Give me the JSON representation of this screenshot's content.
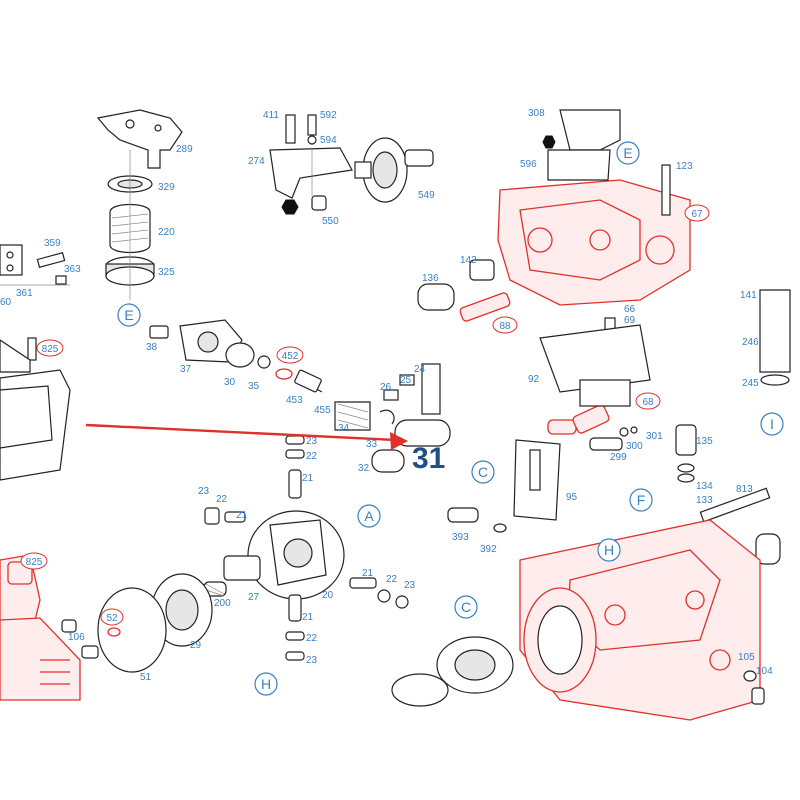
{
  "callout": {
    "value": "31"
  },
  "circle_letters": [
    {
      "id": "E",
      "text": "E"
    },
    {
      "id": "E2",
      "text": "E"
    },
    {
      "id": "A",
      "text": "A"
    },
    {
      "id": "C1",
      "text": "C"
    },
    {
      "id": "C2",
      "text": "C"
    },
    {
      "id": "F",
      "text": "F"
    },
    {
      "id": "H1",
      "text": "H"
    },
    {
      "id": "H2",
      "text": "H"
    },
    {
      "id": "I",
      "text": "I"
    }
  ],
  "part_numbers": [
    {
      "id": "p289",
      "text": "289",
      "circled": false
    },
    {
      "id": "p329",
      "text": "329",
      "circled": false
    },
    {
      "id": "p220",
      "text": "220",
      "circled": false
    },
    {
      "id": "p325",
      "text": "325",
      "circled": false
    },
    {
      "id": "p411",
      "text": "411",
      "circled": false
    },
    {
      "id": "p592",
      "text": "592",
      "circled": false
    },
    {
      "id": "p594",
      "text": "594",
      "circled": false
    },
    {
      "id": "p274",
      "text": "274",
      "circled": false
    },
    {
      "id": "p550",
      "text": "550",
      "circled": false
    },
    {
      "id": "p549",
      "text": "549",
      "circled": false
    },
    {
      "id": "p359",
      "text": "359",
      "circled": false
    },
    {
      "id": "p363",
      "text": "363",
      "circled": false
    },
    {
      "id": "p361",
      "text": "361",
      "circled": false
    },
    {
      "id": "p60",
      "text": "60",
      "circled": false
    },
    {
      "id": "p308",
      "text": "308",
      "circled": false
    },
    {
      "id": "p596",
      "text": "596",
      "circled": false
    },
    {
      "id": "p123",
      "text": "123",
      "circled": false
    },
    {
      "id": "p67",
      "text": "67",
      "circled": true
    },
    {
      "id": "p136",
      "text": "136",
      "circled": false
    },
    {
      "id": "p142",
      "text": "142",
      "circled": false
    },
    {
      "id": "p88",
      "text": "88",
      "circled": true
    },
    {
      "id": "p66",
      "text": "66",
      "circled": false
    },
    {
      "id": "p69",
      "text": "69",
      "circled": false
    },
    {
      "id": "p141",
      "text": "141",
      "circled": false
    },
    {
      "id": "p246",
      "text": "246",
      "circled": false
    },
    {
      "id": "p245",
      "text": "245",
      "circled": false
    },
    {
      "id": "p38",
      "text": "38",
      "circled": false
    },
    {
      "id": "p37",
      "text": "37",
      "circled": false
    },
    {
      "id": "p30",
      "text": "30",
      "circled": false
    },
    {
      "id": "p35",
      "text": "35",
      "circled": false
    },
    {
      "id": "p452",
      "text": "452",
      "circled": true
    },
    {
      "id": "p453",
      "text": "453",
      "circled": false
    },
    {
      "id": "p455",
      "text": "455",
      "circled": false
    },
    {
      "id": "p34",
      "text": "34",
      "circled": false
    },
    {
      "id": "p33",
      "text": "33",
      "circled": false
    },
    {
      "id": "p26",
      "text": "26",
      "circled": false
    },
    {
      "id": "p25",
      "text": "25",
      "circled": false
    },
    {
      "id": "p24",
      "text": "24",
      "circled": false
    },
    {
      "id": "p32",
      "text": "32",
      "circled": false
    },
    {
      "id": "p825a",
      "text": "825",
      "circled": true
    },
    {
      "id": "p92",
      "text": "92",
      "circled": false
    },
    {
      "id": "p68",
      "text": "68",
      "circled": true
    },
    {
      "id": "p301",
      "text": "301",
      "circled": false
    },
    {
      "id": "p300",
      "text": "300",
      "circled": false
    },
    {
      "id": "p299",
      "text": "299",
      "circled": false
    },
    {
      "id": "p135",
      "text": "135",
      "circled": false
    },
    {
      "id": "p134",
      "text": "134",
      "circled": false
    },
    {
      "id": "p133",
      "text": "133",
      "circled": false
    },
    {
      "id": "p813",
      "text": "813",
      "circled": false
    },
    {
      "id": "p95",
      "text": "95",
      "circled": false
    },
    {
      "id": "p393",
      "text": "393",
      "circled": false
    },
    {
      "id": "p392",
      "text": "392",
      "circled": false
    },
    {
      "id": "p23a",
      "text": "23",
      "circled": false
    },
    {
      "id": "p22a",
      "text": "22",
      "circled": false
    },
    {
      "id": "p21a",
      "text": "21",
      "circled": false
    },
    {
      "id": "p23b",
      "text": "23",
      "circled": false
    },
    {
      "id": "p22b",
      "text": "22",
      "circled": false
    },
    {
      "id": "p21b",
      "text": "21",
      "circled": false
    },
    {
      "id": "p21c",
      "text": "21",
      "circled": false
    },
    {
      "id": "p22c",
      "text": "22",
      "circled": false
    },
    {
      "id": "p23c",
      "text": "23",
      "circled": false
    },
    {
      "id": "p21d",
      "text": "21",
      "circled": false
    },
    {
      "id": "p22d",
      "text": "22",
      "circled": false
    },
    {
      "id": "p23d",
      "text": "23",
      "circled": false
    },
    {
      "id": "p825b",
      "text": "825",
      "circled": true
    },
    {
      "id": "p200",
      "text": "200",
      "circled": false
    },
    {
      "id": "p27",
      "text": "27",
      "circled": false
    },
    {
      "id": "p20",
      "text": "20",
      "circled": false
    },
    {
      "id": "p52",
      "text": "52",
      "circled": true
    },
    {
      "id": "p106",
      "text": "106",
      "circled": false
    },
    {
      "id": "p29",
      "text": "29",
      "circled": false
    },
    {
      "id": "p51",
      "text": "51",
      "circled": false
    },
    {
      "id": "p105",
      "text": "105",
      "circled": false
    },
    {
      "id": "p104",
      "text": "104",
      "circled": false
    }
  ],
  "colors": {
    "label": "#3a7fc2",
    "highlight": "#e0302a",
    "arrow": "#e0302a",
    "callout": "#1f4f86"
  }
}
